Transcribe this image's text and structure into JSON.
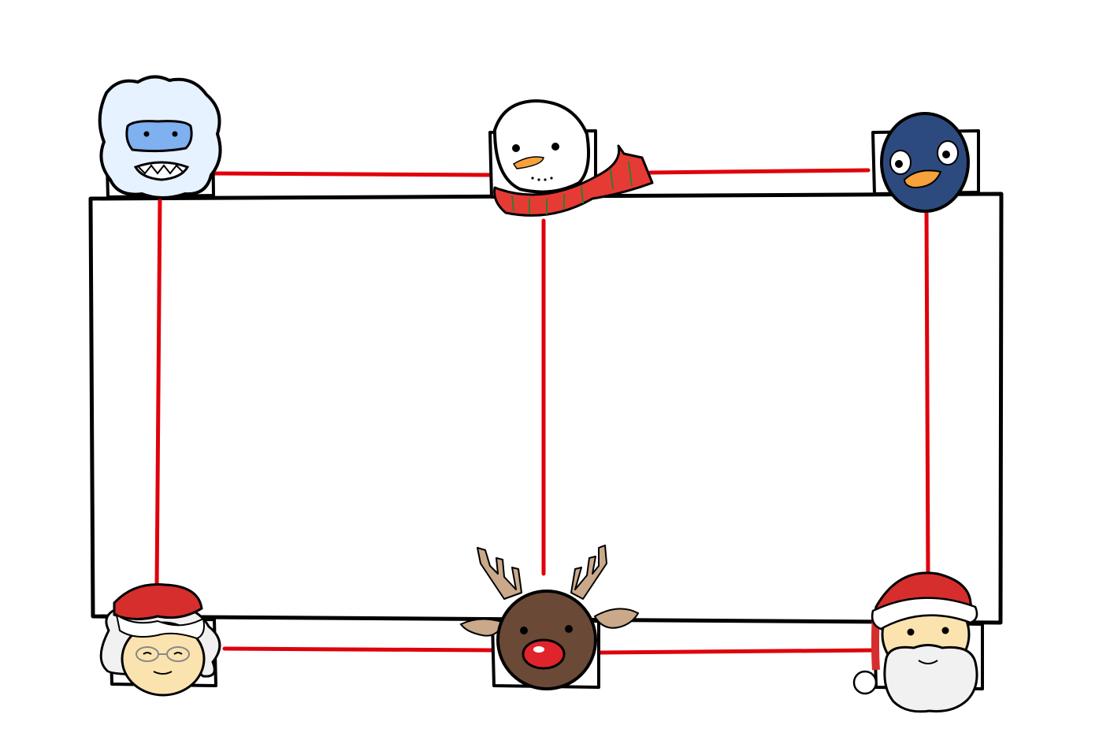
{
  "scene": {
    "frame": {
      "stroke_color": "#000000",
      "fill_color": "#ffffff"
    },
    "connector_color": "#e0000b",
    "characters": [
      {
        "id": "yeti",
        "icon": "yeti-icon"
      },
      {
        "id": "snowman",
        "icon": "snowman-icon"
      },
      {
        "id": "penguin",
        "icon": "penguin-icon"
      },
      {
        "id": "mrs-claus",
        "icon": "mrs-claus-icon"
      },
      {
        "id": "reindeer",
        "icon": "reindeer-icon"
      },
      {
        "id": "santa",
        "icon": "santa-icon"
      }
    ]
  }
}
